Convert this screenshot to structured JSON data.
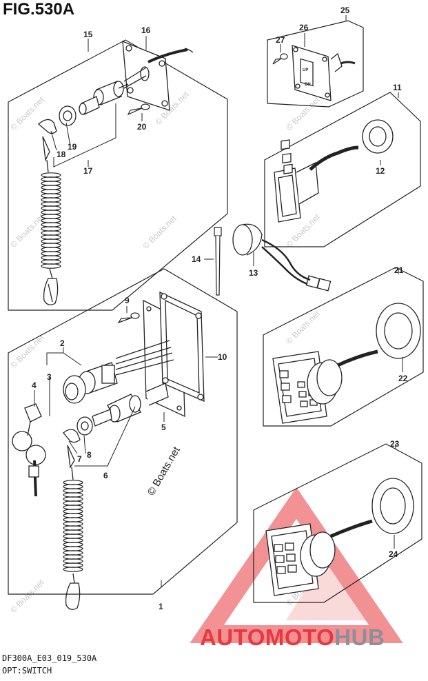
{
  "figure": {
    "title": "FIG.530A"
  },
  "footer": {
    "code": "DF300A_E03_019_530A",
    "caption": "OPT:SWITCH"
  },
  "brand": {
    "part1": "AUTOMOTO",
    "part2": "HUB",
    "color1": "#e8383d",
    "color2": "#8a8f99"
  },
  "watermark": {
    "text": "© Boats.net"
  },
  "callouts": [
    "1",
    "2",
    "3",
    "4",
    "5",
    "6",
    "7",
    "8",
    "9",
    "10",
    "11",
    "12",
    "13",
    "14",
    "15",
    "16",
    "17",
    "18",
    "19",
    "20",
    "21",
    "22",
    "23",
    "24",
    "25",
    "26",
    "27"
  ],
  "switch_labels": {
    "up": "UP",
    "dn": "DN"
  }
}
